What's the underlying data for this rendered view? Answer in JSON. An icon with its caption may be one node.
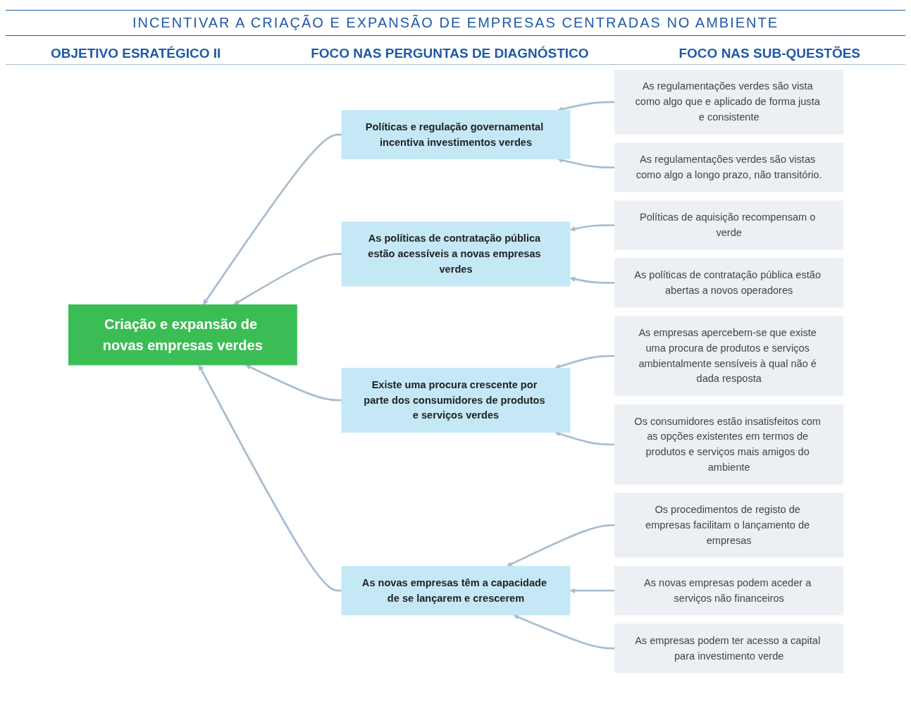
{
  "diagram": {
    "title": "INCENTIVAR A CRIAÇÃO E EXPANSÃO DE EMPRESAS CENTRADAS NO AMBIENTE",
    "nodes": [
      {
        "text": [
          "Criação e expansão de novas empresas verdes"
        ]
      },
      {
        "text": [
          "Políticas e regulação governamental incentiva investimentos verdes"
        ]
      },
      {
        "text": [
          "As políticas de contratação pública estão acessíveis a novas empresas verdes"
        ]
      },
      {
        "text": [
          "Existe uma procura crescente por parte dos consumidores de produtos e serviços verdes"
        ]
      },
      {
        "text": [
          "As novas empresas têm a capacidade de se lançarem e crescerem"
        ]
      },
      {
        "text": [
          "As regulamentações verdes são vista como algo que e aplicado de forma justa e consistente"
        ]
      },
      {
        "text": [
          "As regulamentações verdes são vistas como algo a longo prazo, não transitório."
        ]
      },
      {
        "text": [
          "Políticas de aquisição recompensam o verde"
        ]
      },
      {
        "text": [
          "As políticas de contratação pública estão abertas a novos operadores"
        ]
      },
      {
        "text": [
          "As empresas apercebem-se que existe uma procura de produtos e serviços ambientalmente sensíveis à qual não é dada resposta"
        ]
      },
      {
        "text": [
          "Os consumidores estão insatisfeitos com as opções existentes em termos de produtos e serviços mais amigos do ambiente"
        ]
      },
      {
        "text": [
          "Os procedimentos de registo de empresas facilitam o lançamento de empresas"
        ]
      },
      {
        "text": [
          "As novas empresas podem aceder a serviços não financeiros"
        ]
      },
      {
        "text": [
          "As empresas podem ter acesso a capital para investimento verde"
        ]
      }
    ],
    "edges": [
      {
        "from": 1,
        "to": 0,
        "arrow": "to"
      },
      {
        "from": 2,
        "to": 0,
        "arrow": "to"
      },
      {
        "from": 3,
        "to": 0,
        "arrow": "to"
      },
      {
        "from": 4,
        "to": 0,
        "arrow": "to"
      },
      {
        "from": 5,
        "to": 1,
        "arrow": "to"
      },
      {
        "from": 6,
        "to": 1,
        "arrow": "to"
      },
      {
        "from": 7,
        "to": 2,
        "arrow": "to"
      },
      {
        "from": 8,
        "to": 2,
        "arrow": "to"
      },
      {
        "from": 9,
        "to": 3,
        "arrow": "to"
      },
      {
        "from": 10,
        "to": 3,
        "arrow": "to"
      },
      {
        "from": 11,
        "to": 4,
        "arrow": "to"
      },
      {
        "from": 12,
        "to": 4,
        "arrow": "to"
      },
      {
        "from": 13,
        "to": 4,
        "arrow": "to"
      }
    ],
    "labels": [
      "OBJETIVO ESRATÉGICO II",
      "FOCO NAS PERGUNTAS DE DIAGNÓSTICO",
      "FOCO NAS SUB-QUESTÕES"
    ]
  }
}
